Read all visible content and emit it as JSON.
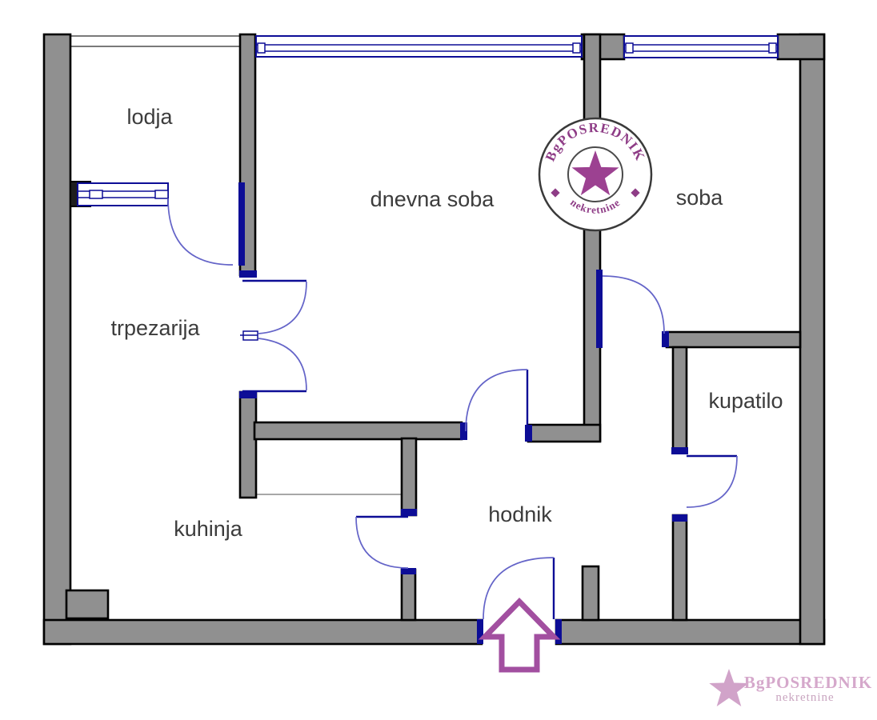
{
  "colors": {
    "wall_fill": "#909090",
    "wall_outline": "#000000",
    "joinery": "#0d0d96",
    "arc": "#6464c8",
    "stamp": "#8e3c86",
    "star": "#9c4191",
    "pink": "#d1a3c9",
    "arrow": "#a24fa0",
    "label": "#3c3c3c"
  },
  "rooms": {
    "lodja": "lodja",
    "dnevna_soba": "dnevna soba",
    "soba": "soba",
    "trpezarija": "trpezarija",
    "kuhinja": "kuhinja",
    "hodnik": "hodnik",
    "kupatilo": "kupatilo"
  },
  "watermark": {
    "brand": "BgPOSREDNIK",
    "tagline": "nekretnine"
  },
  "footer_logo": {
    "brand": "BgPOSREDNIK",
    "tagline": "nekretnine"
  }
}
